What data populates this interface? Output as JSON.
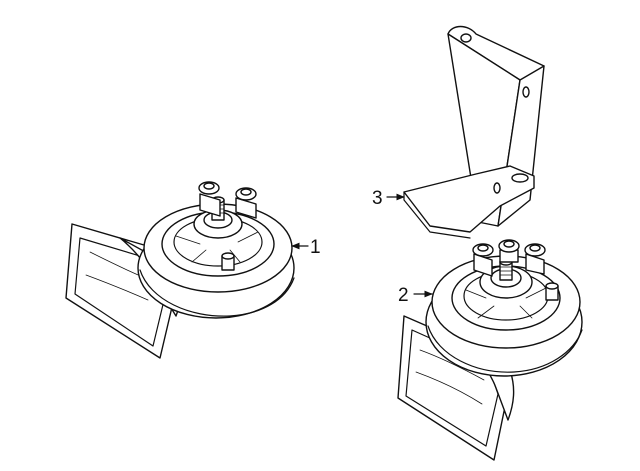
{
  "callouts": {
    "part1": "1",
    "part2": "2",
    "part3": "3"
  },
  "colors": {
    "line": "#111111",
    "background": "#ffffff"
  }
}
